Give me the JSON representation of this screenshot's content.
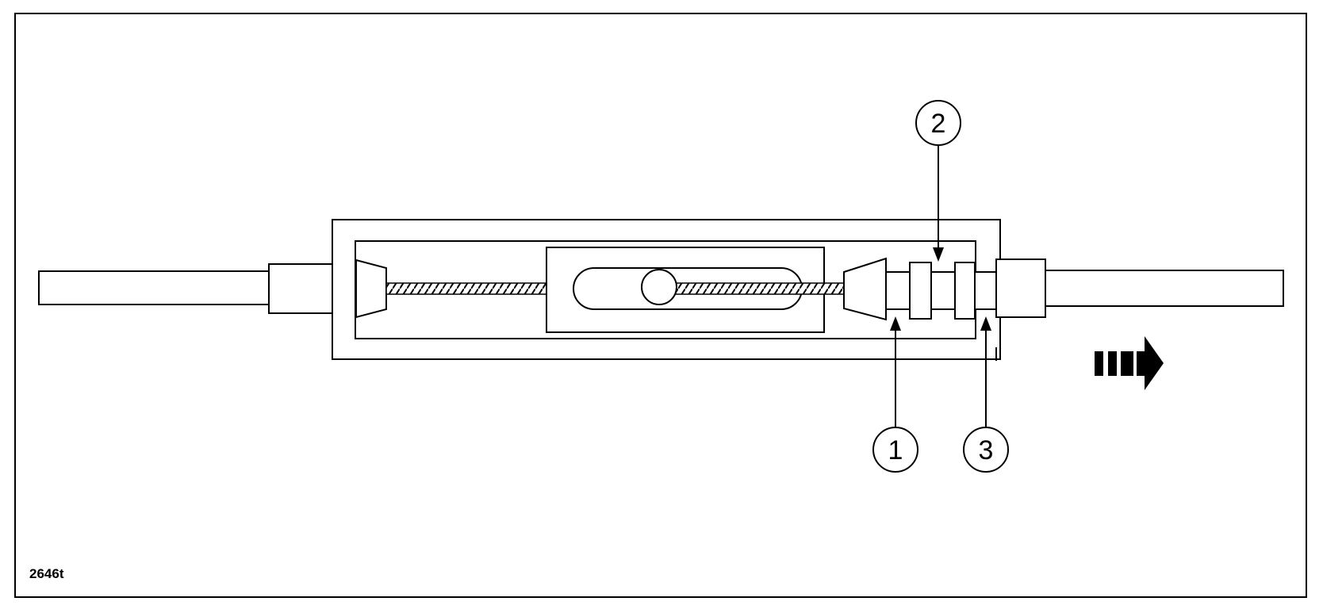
{
  "figure": {
    "reference": "2646t",
    "callouts": [
      {
        "number": "1"
      },
      {
        "number": "2"
      },
      {
        "number": "3"
      }
    ],
    "direction_arrow": "right"
  }
}
